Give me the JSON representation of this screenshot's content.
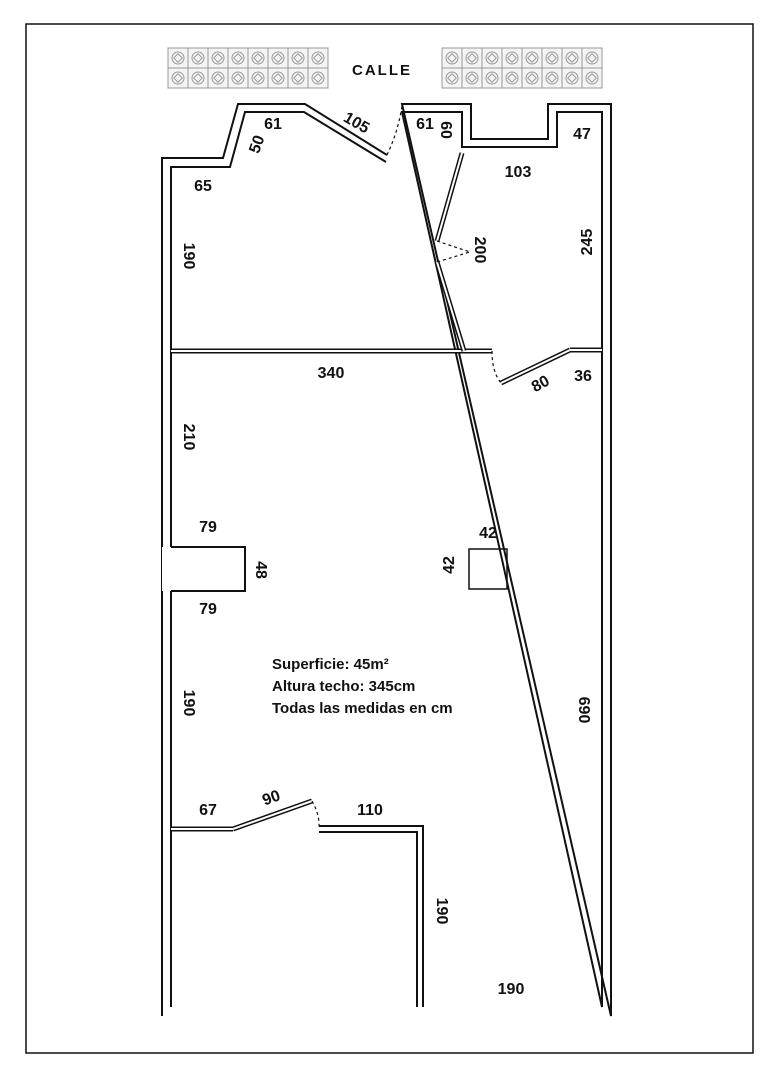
{
  "street": {
    "label": "CALLE"
  },
  "dimensions": {
    "front_left_wall": "61",
    "front_diagonal_door": "105",
    "front_right_wall": "61",
    "entry_side": "60",
    "angled_corner": "50",
    "left_step": "65",
    "bedroom_left_wall": "190",
    "niche_top": "47",
    "niche_bottom": "103",
    "partition_door": "200",
    "bedroom_right_wall": "245",
    "partition_wall": "340",
    "door_80": "80",
    "right_stub": "36",
    "living_left_wall": "210",
    "recess_top": "79",
    "recess_depth": "48",
    "recess_bottom": "79",
    "column_width": "42",
    "column_depth": "42",
    "lower_left_wall": "190",
    "right_wall": "690",
    "bath_left_wall": "67",
    "bath_door": "90",
    "bath_right_wall": "110",
    "bath_side_wall": "190",
    "bottom_right": "190"
  },
  "notes": {
    "area": "Superficie: 45m²",
    "ceiling": "Altura techo: 345cm",
    "units": "Todas las medidas en cm"
  },
  "colors": {
    "line": "#111111",
    "tile_fill": "#f4f4f4",
    "tile_stroke": "#9a9a9a"
  }
}
